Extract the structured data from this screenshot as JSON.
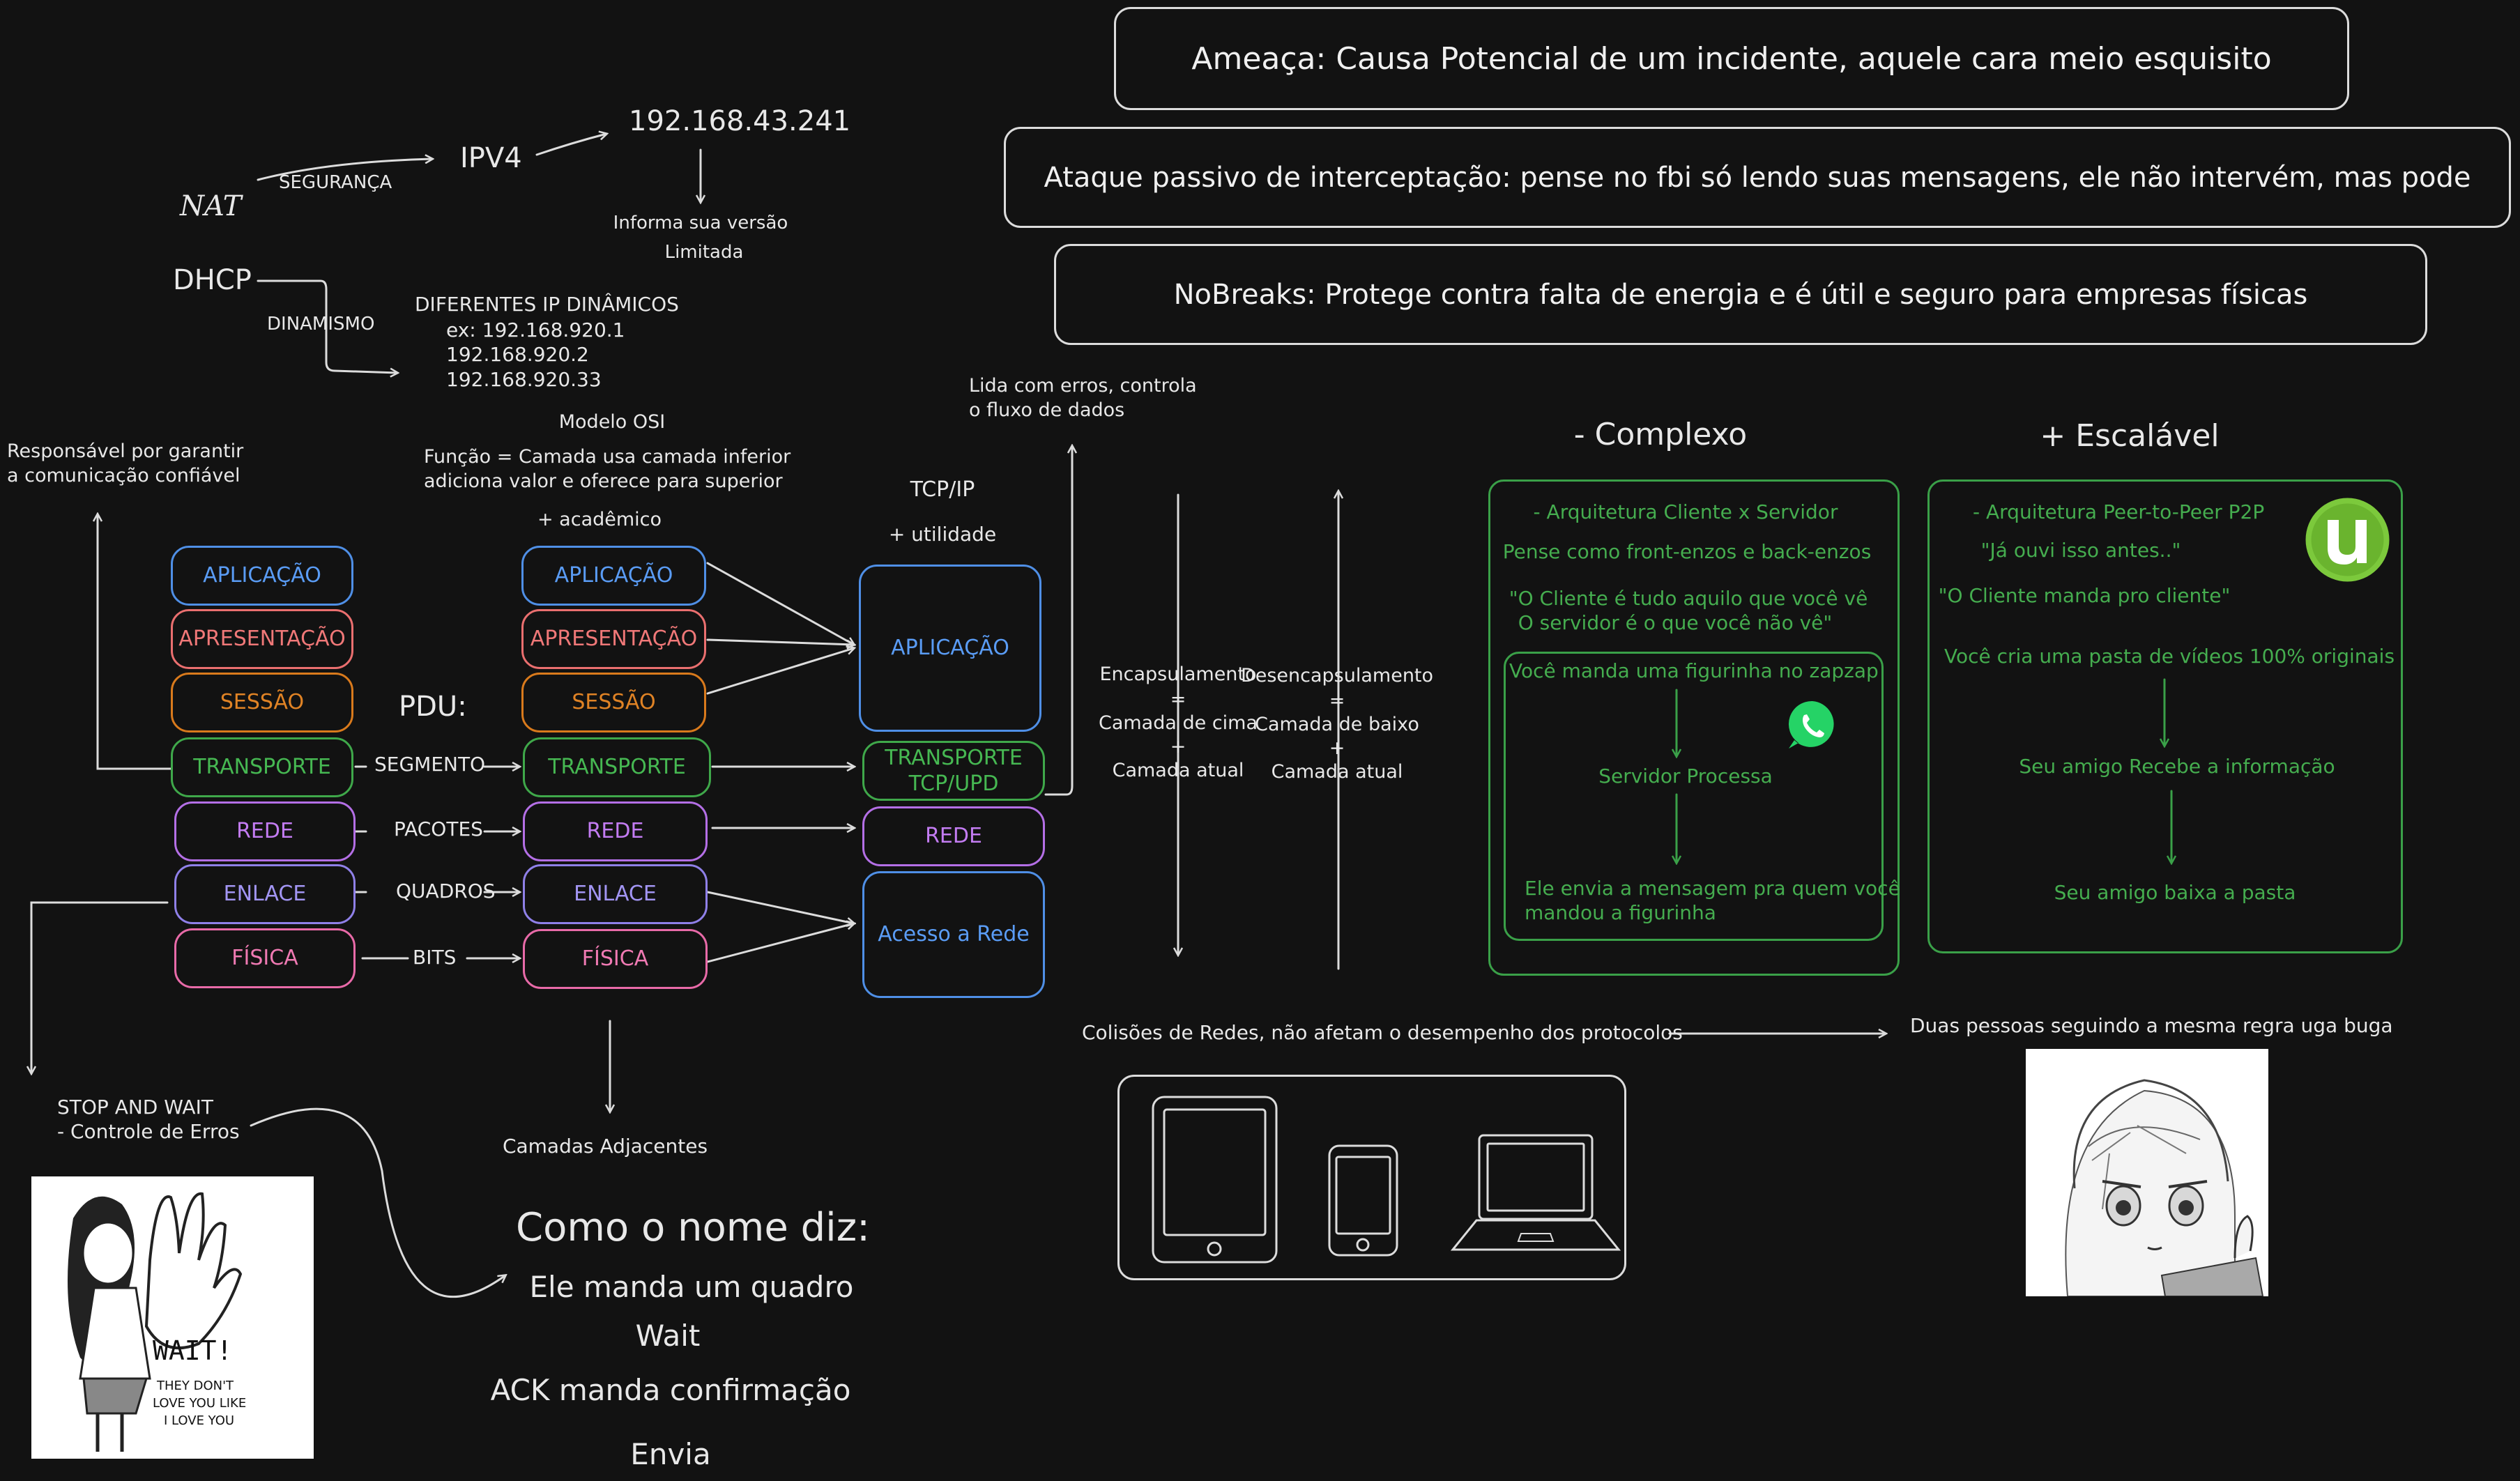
{
  "colors": {
    "background": "#121212",
    "blue": "#5a9cf5",
    "red": "#f07878",
    "orange": "#e08325",
    "green": "#46b852",
    "purple": "#c37cf2",
    "violet": "#a295f3",
    "pink": "#f07ab3"
  },
  "network": {
    "nat": "NAT",
    "seguranca": "SEGURANÇA",
    "ipv4": "IPV4",
    "ip_address": "192.168.43.241",
    "versao_line1": "Informa sua versão",
    "versao_line2": "Limitada",
    "dhcp": "DHCP",
    "dinamismo": "DINAMISMO",
    "dinamicos_title": "DIFERENTES IP DINÂMICOS",
    "ip1": "ex: 192.168.920.1",
    "ip2": "192.168.920.2",
    "ip3": "192.168.920.33"
  },
  "notes": {
    "responsavel_line1": "Responsável por garantir",
    "responsavel_line2": "a comunicação confiável",
    "modelo_osi": "Modelo OSI",
    "funcao_line1": "Função = Camada usa camada inferior",
    "funcao_line2": "adiciona valor e oferece para superior",
    "academico": "+ acadêmico",
    "pdu": "PDU:",
    "tcpip": "TCP/IP",
    "utilidade": "+ utilidade",
    "lida_line1": "Lida com erros, controla",
    "lida_line2": "o fluxo de dados",
    "camadas_adjacentes": "Camadas Adjacentes"
  },
  "osi_left": [
    "APLICAÇÃO",
    "APRESENTAÇÃO",
    "SESSÃO",
    "TRANSPORTE",
    "REDE",
    "ENLACE",
    "FÍSICA"
  ],
  "osi_middle": [
    "APLICAÇÃO",
    "APRESENTAÇÃO",
    "SESSÃO",
    "TRANSPORTE",
    "REDE",
    "ENLACE",
    "FÍSICA"
  ],
  "pdu_labels": [
    "SEGMENTO",
    "PACOTES",
    "QUADROS",
    "BITS"
  ],
  "tcpip_layers": {
    "aplicacao": "APLICAÇÃO",
    "transporte_line1": "TRANSPORTE",
    "transporte_line2": "TCP/UPD",
    "rede": "REDE",
    "acesso": "Acesso a Rede"
  },
  "encap": {
    "enc_title": "Encapsulamento",
    "enc_eq": "=",
    "enc_cima": "Camada de cima",
    "enc_plus": "+",
    "enc_atual": "Camada atual",
    "des_title": "Desencapsulamento",
    "des_eq": "=",
    "des_baixo": "Camada de baixo",
    "des_plus": "+",
    "des_atual": "Camada atual"
  },
  "threats": {
    "ameaca": "Ameaça:  Causa Potencial de um incidente, aquele cara meio esquisito",
    "ataque": "Ataque passivo de interceptação: pense no fbi só lendo suas mensagens, ele não intervém, mas pode",
    "nobreaks": "NoBreaks:  Protege contra falta de energia e é útil e seguro para empresas físicas"
  },
  "client_server": {
    "heading": "- Complexo",
    "title": "- Arquitetura Cliente x Servidor",
    "pense": "Pense como front-enzos e back-enzos",
    "quote1": "\"O Cliente é tudo aquilo que você vê",
    "quote2": "O servidor é o que você não vê\"",
    "step1": "Você manda uma figurinha no zapzap",
    "step2": "Servidor Processa",
    "step3_line1": "Ele envia a mensagem pra quem você",
    "step3_line2": "mandou a figurinha"
  },
  "p2p": {
    "heading": "+ Escalável",
    "title": "- Arquitetura Peer-to-Peer P2P",
    "quote1": "\"Já ouvi isso antes..\"",
    "quote2": "\"O Cliente manda pro cliente\"",
    "step1": "Você cria uma pasta de vídeos 100% originais",
    "step2": "Seu amigo Recebe a informação",
    "step3": "Seu amigo baixa a pasta"
  },
  "collisions": {
    "text": "Colisões de Redes, não afetam o desempenho dos protocolos",
    "result": "Duas pessoas seguindo a mesma regra uga buga"
  },
  "stop_wait": {
    "line1": "STOP AND WAIT",
    "line2": "- Controle de Erros"
  },
  "como": {
    "title": "Como o nome diz:",
    "line1": "Ele manda um quadro",
    "line2": "Wait",
    "line3": "ACK manda confirmação",
    "line4": "Envia"
  },
  "comic": {
    "wait": "WAIT!",
    "line1": "THEY DON'T",
    "line2": "LOVE YOU LIKE",
    "line3": "I LOVE YOU"
  },
  "icons": [
    "whatsapp-icon",
    "utorrent-icon",
    "tablet-icon",
    "phone-icon",
    "laptop-icon"
  ]
}
